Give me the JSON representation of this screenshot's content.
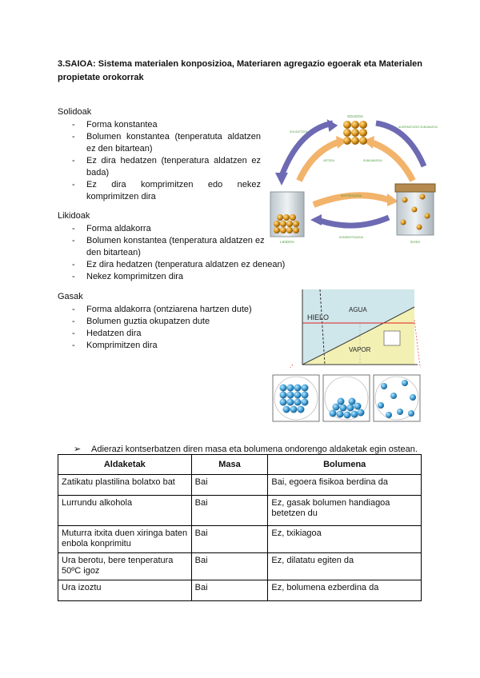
{
  "title": "3.SAIOA: Sistema materialen konposizioa, Materiaren agregazio egoerak eta Materialen propietate orokorrak",
  "solid": {
    "heading": "Solidoak",
    "items": [
      "Forma konstantea",
      "Bolumen konstantea (tenperatuta aldatzen ez den bitartean)",
      "Ez dira hedatzen (tenperatura aldatzen ez bada)",
      "Ez dira komprimitzen edo nekez komprimitzen dira"
    ]
  },
  "liquid": {
    "heading": "Likidoak",
    "items": [
      "Forma aldakorra",
      "Bolumen konstantea (tenperatura aldatzen ez den bitartean)",
      "Ez dira hedatzen (tenperatura aldatzen ez denean)",
      "Nekez komprimitzen dira"
    ]
  },
  "gas": {
    "heading": "Gasak",
    "items": [
      "Forma aldakorra (ontziarena hartzen dute)",
      "Bolumen guztia okupatzen dute",
      "Hedatzen dira",
      "Komprimitzen dira"
    ]
  },
  "states_diagram": {
    "solid": "SOLIDOA",
    "liquid": "LIKIDOA",
    "gas": "GASA",
    "solidification": "SOLIDOTZEA",
    "fusion": "URTZEA",
    "sublimation": "SUBLIMAZIOA",
    "reverse_sublimation": "ALDERANTZIZKO SUBLIMAZIOA",
    "vaporization": "BAPORIZAZIOA",
    "condensation": "KONDENTSAZIOA"
  },
  "phase_diagram": {
    "ice": "HIELO",
    "water": "AGUA",
    "vapor": "VAPOR"
  },
  "instruction": "Adierazi kontserbatzen diren masa eta bolumena ondorengo aldaketak egin ostean.",
  "table": {
    "headers": [
      "Aldaketak",
      "Masa",
      "Bolumena"
    ],
    "rows": [
      [
        "Zatikatu plastilina bolatxo bat",
        "Bai",
        "Bai, egoera fisikoa berdina da"
      ],
      [
        "Lurrundu alkohola",
        "Bai",
        "Ez, gasak bolumen handiagoa betetzen du"
      ],
      [
        "Muturra itxita duen xiringa baten enbola konprimitu",
        "Bai",
        "Ez, txikiagoa"
      ],
      [
        "Ura berotu, bere tenperatura 50ºC igoz",
        "Bai",
        "Ez, dilatatu egiten da"
      ],
      [
        "Ura izoztu",
        "Bai",
        "Ez, bolumena ezberdina da"
      ]
    ]
  },
  "colors": {
    "arrow_orange": "#f2b36b",
    "arrow_purple": "#6d6ab3",
    "label_green": "#4c9a3b",
    "ball_gold": "#c8860e",
    "ball_blue": "#3e9fd6",
    "phase_line_red": "#e02020",
    "phase_water": "#cfe6ea",
    "phase_vapor": "#f3f0b4"
  }
}
